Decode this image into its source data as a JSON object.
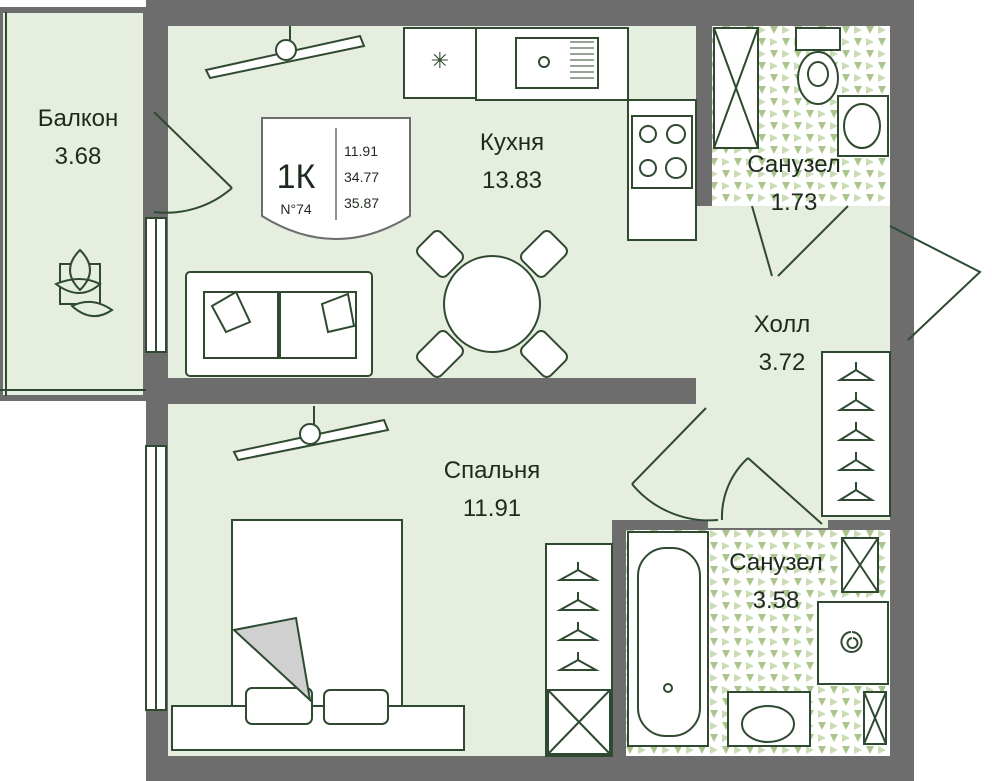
{
  "apartment": {
    "type": "1К",
    "number": "N°74",
    "areas": [
      "11.91",
      "34.77",
      "35.87"
    ]
  },
  "rooms": {
    "balcony": {
      "name": "Балкон",
      "area": "3.68"
    },
    "kitchen": {
      "name": "Кухня",
      "area": "13.83"
    },
    "bath_top": {
      "name": "Санузел",
      "area": "1.73"
    },
    "hall": {
      "name": "Холл",
      "area": "3.72"
    },
    "bedroom": {
      "name": "Спальня",
      "area": "11.91"
    },
    "bath_bottom": {
      "name": "Санузел",
      "area": "3.58"
    }
  },
  "colors": {
    "wall": "#6d6d6d",
    "floor": "#e6eedf",
    "furniture_stroke": "#2f4a30",
    "tile": "#a9c58c"
  }
}
